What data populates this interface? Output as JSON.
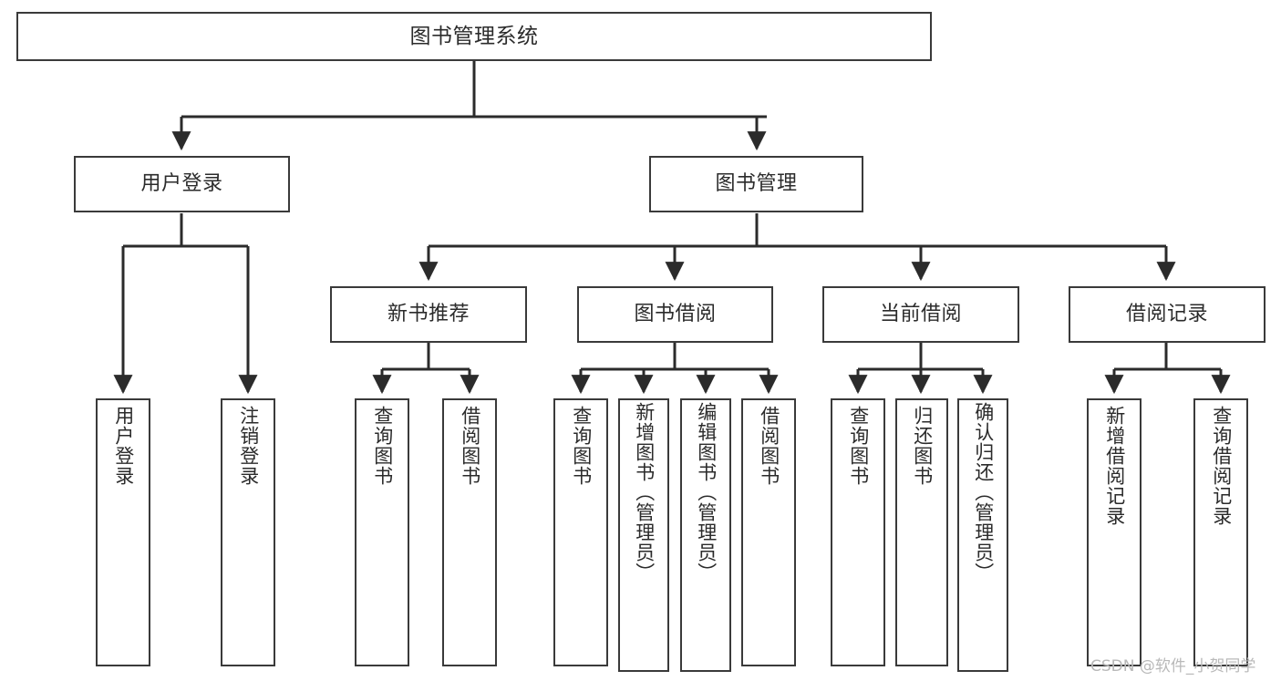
{
  "diagram": {
    "title": "图书管理系统",
    "type": "tree",
    "orientation": "top-down",
    "watermark": "CSDN @软件_小贺同学",
    "colors": {
      "box_border": "#3a3a3a",
      "box_fill": "#ffffff",
      "edge": "#2b2b2b",
      "text": "#2b2b2b",
      "watermark": "#b9b9b9",
      "background": "#ffffff"
    },
    "nodes": {
      "root": {
        "label": "图书管理系统"
      },
      "level2": [
        {
          "id": "user_login",
          "label": "用户登录"
        },
        {
          "id": "book_manage",
          "label": "图书管理"
        }
      ],
      "level3": [
        {
          "id": "new_book_rec",
          "label": "新书推荐"
        },
        {
          "id": "book_borrow",
          "label": "图书借阅"
        },
        {
          "id": "current_borrow",
          "label": "当前借阅"
        },
        {
          "id": "borrow_record",
          "label": "借阅记录"
        }
      ],
      "leaves": [
        {
          "id": "leaf_user_login",
          "label": "用户登录",
          "parent": "user_login"
        },
        {
          "id": "leaf_user_logout",
          "label": "注销登录",
          "parent": "user_login"
        },
        {
          "id": "leaf_query_book_1",
          "label": "查询图书",
          "parent": "new_book_rec"
        },
        {
          "id": "leaf_borrow_book_1",
          "label": "借阅图书",
          "parent": "new_book_rec"
        },
        {
          "id": "leaf_query_book_2",
          "label": "查询图书",
          "parent": "book_borrow"
        },
        {
          "id": "leaf_add_book",
          "label": "新增图书（管理员）",
          "parent": "book_borrow"
        },
        {
          "id": "leaf_edit_book",
          "label": "编辑图书（管理员）",
          "parent": "book_borrow"
        },
        {
          "id": "leaf_borrow_book_2",
          "label": "借阅图书",
          "parent": "book_borrow"
        },
        {
          "id": "leaf_query_book_3",
          "label": "查询图书",
          "parent": "current_borrow"
        },
        {
          "id": "leaf_return_book",
          "label": "归还图书",
          "parent": "current_borrow"
        },
        {
          "id": "leaf_confirm_return",
          "label": "确认归还（管理员）",
          "parent": "current_borrow"
        },
        {
          "id": "leaf_add_record",
          "label": "新增借阅记录",
          "parent": "borrow_record"
        },
        {
          "id": "leaf_query_record",
          "label": "查询借阅记录",
          "parent": "borrow_record"
        }
      ]
    }
  }
}
